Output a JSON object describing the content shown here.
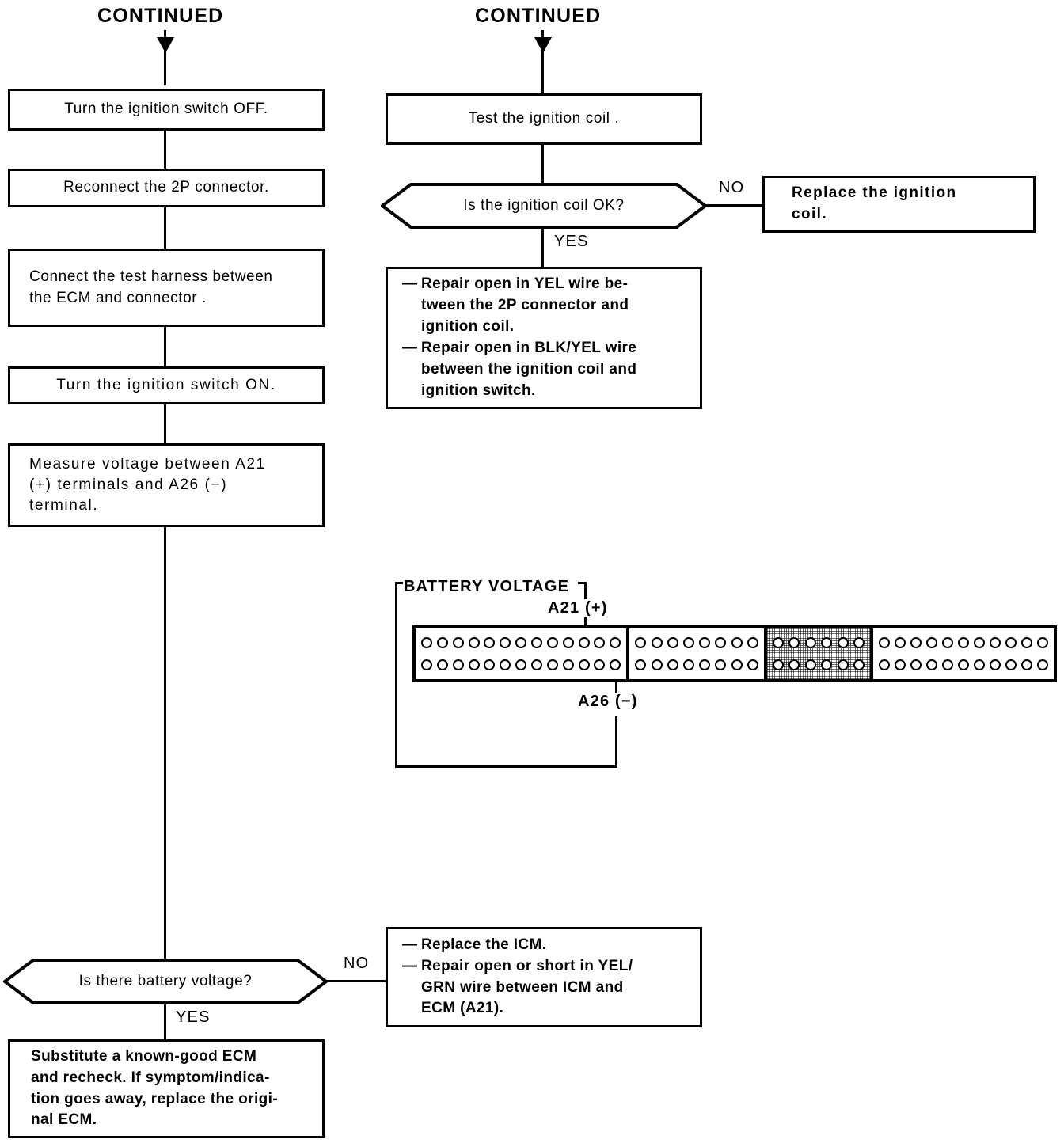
{
  "meta": {
    "title": "Ignition Coil / ECM Troubleshooting Flowchart",
    "ink_color": "#000000",
    "paper_color": "#ffffff"
  },
  "headings": {
    "left_continued": "CONTINUED",
    "right_continued": "CONTINUED"
  },
  "left_column": {
    "steps": [
      {
        "id": "ign-off",
        "text": "Turn the ignition switch OFF."
      },
      {
        "id": "reconnect-2p",
        "text": "Reconnect the 2P connector."
      },
      {
        "id": "test-harness",
        "line1": "Connect the test harness between",
        "line2": "the ECM and connector ."
      },
      {
        "id": "ign-on",
        "text": "Turn the ignition switch ON."
      },
      {
        "id": "measure",
        "line1": "Measure voltage between A21",
        "line2": "(+) terminals and A26 (−)",
        "line3": "terminal."
      }
    ],
    "decision": {
      "id": "battery-voltage-q",
      "text": "Is there battery voltage?",
      "yes_label": "YES",
      "no_label": "NO"
    },
    "final_box": {
      "id": "substitute-ecm",
      "line1": "Substitute a known-good ECM",
      "line2": "and recheck. If symptom/indica-",
      "line3": "tion goes away, replace the origi-",
      "line4": "nal ECM."
    }
  },
  "right_column": {
    "steps": [
      {
        "id": "test-coil",
        "text": "Test the ignition coil ."
      }
    ],
    "decision": {
      "id": "coil-ok-q",
      "text": "Is the ignition coil OK?",
      "yes_label": "YES",
      "no_label": "NO"
    },
    "no_outcome": {
      "id": "replace-coil",
      "line1": "Replace the ignition",
      "line2": "coil."
    },
    "yes_outcome": {
      "id": "repair-open-wires",
      "bullets": [
        {
          "dash": "—",
          "lines": [
            "Repair open in YEL wire be-",
            "tween the 2P connector and",
            "ignition coil."
          ]
        },
        {
          "dash": "—",
          "lines": [
            "Repair open in BLK/YEL wire",
            "between the ignition coil and",
            "ignition switch."
          ]
        }
      ]
    }
  },
  "bottom_outcome": {
    "id": "replace-icm",
    "bullets": [
      {
        "dash": "—",
        "lines": [
          "Replace the ICM."
        ]
      },
      {
        "dash": "—",
        "lines": [
          "Repair open or short in YEL/",
          "GRN wire between ICM and",
          "ECM (A21)."
        ]
      }
    ]
  },
  "connector_diagram": {
    "callout_label": "BATTERY VOLTAGE",
    "pin_a21_label": "A21 (+)",
    "pin_a26_label": "A26 (−)",
    "segments": [
      {
        "id": "segment-1",
        "pins_per_row": 13,
        "rows": 2,
        "shaded": false
      },
      {
        "id": "segment-2",
        "pins_per_row": 8,
        "rows": 2,
        "shaded": false
      },
      {
        "id": "segment-3",
        "pins_per_row": 6,
        "rows": 2,
        "shaded": true
      },
      {
        "id": "segment-4",
        "pins_per_row": 11,
        "rows": 2,
        "shaded": false
      }
    ],
    "a21_pin": {
      "segment": 1,
      "row": "top",
      "index": 11
    },
    "a26_pin": {
      "segment": 1,
      "row": "bottom",
      "index": 13
    }
  }
}
